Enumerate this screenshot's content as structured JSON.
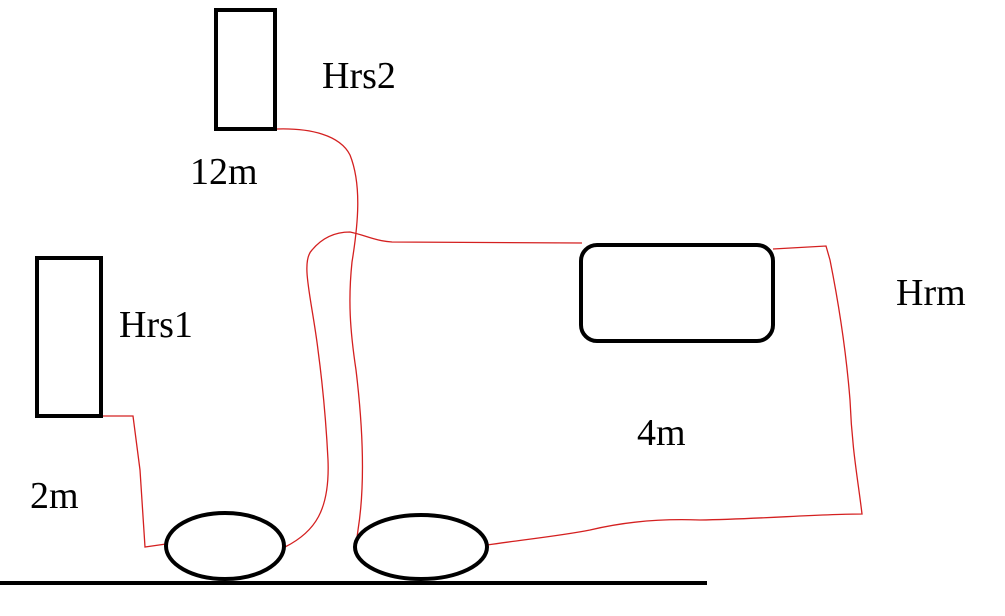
{
  "labels": {
    "tank_upper": "Hrs2",
    "tank_lower": "Hrs1",
    "tank_right": "Hrm",
    "height_upper": "12m",
    "height_lower": "2m",
    "height_right": "4m"
  },
  "colors": {
    "outline": "#000000",
    "pipe": "#d42020",
    "background": "#ffffff"
  }
}
